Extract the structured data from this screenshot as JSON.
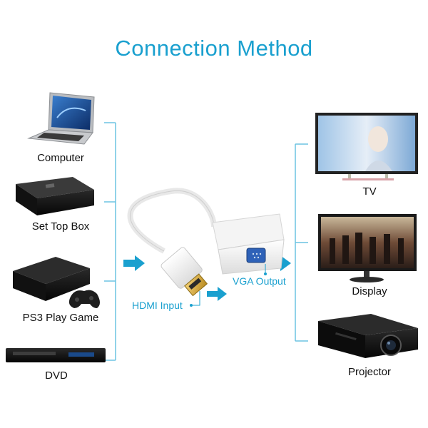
{
  "title": "Connection Method",
  "inputs": [
    {
      "label": "Computer"
    },
    {
      "label": "Set Top Box"
    },
    {
      "label": "PS3 Play Game"
    },
    {
      "label": "DVD"
    }
  ],
  "outputs": [
    {
      "label": "TV"
    },
    {
      "label": "Display"
    },
    {
      "label": "Projector"
    }
  ],
  "adapter": {
    "hdmi_label": "HDMI Input",
    "vga_label": "VGA Output"
  },
  "colors": {
    "accent": "#1aa0cf",
    "line": "#6cc3e2"
  }
}
